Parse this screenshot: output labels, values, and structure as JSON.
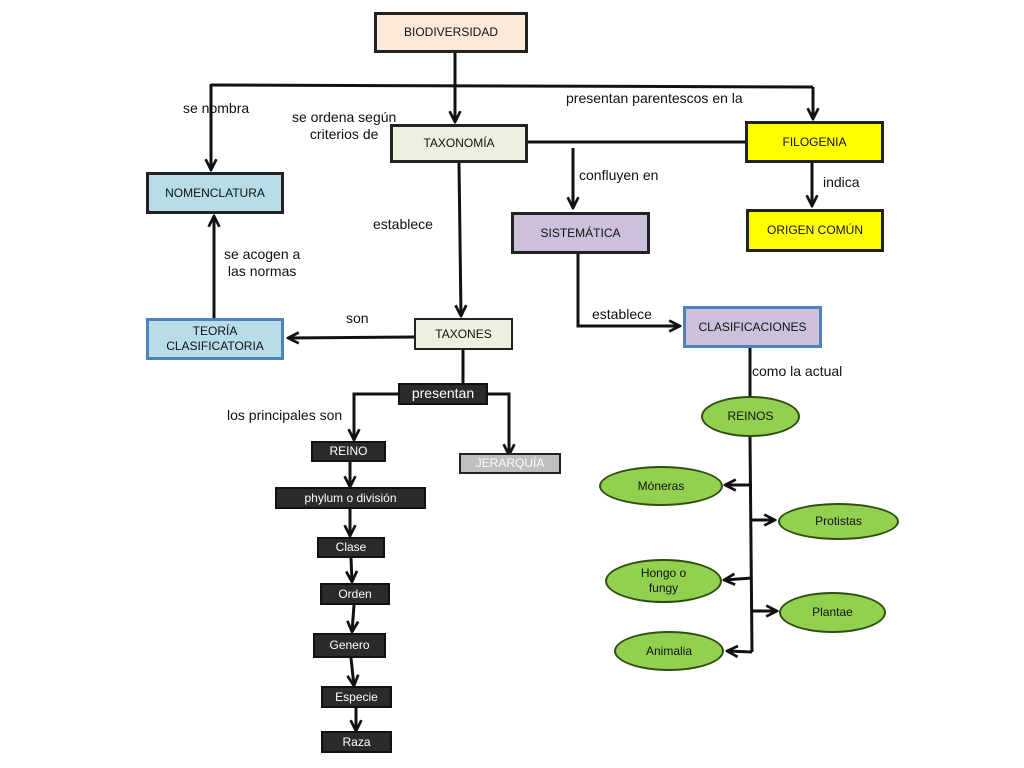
{
  "colors": {
    "biodiversidad": "#fde9d9",
    "taxonomia": "#ebf1de",
    "filogenia": "#ffff00",
    "nomenclatura": "#b7dde8",
    "sistematica": "#ccc0da",
    "teoria_border": "#4f81bd",
    "reinos": "#92d050",
    "dark": "#2b2b2b",
    "gray": "#bfbfbf"
  },
  "nodes": {
    "biodiversidad": "BIODIVERSIDAD",
    "taxonomia": "TAXONOMÍA",
    "filogenia": "FILOGENIA",
    "nomenclatura": "NOMENCLATURA",
    "origen_comun": "ORIGEN COMÚN",
    "sistematica": "SISTEMÁTICA",
    "teoria_line1": "TEORÍA",
    "teoria_line2": "CLASIFICATORIA",
    "taxones": "TAXONES",
    "clasificaciones": "CLASIFICACIONES",
    "presentan": "presentan",
    "reino": "REINO",
    "jerarquia": "JERARQUÍA",
    "phylum": "phylum o división",
    "clase": "Clase",
    "orden": "Orden",
    "genero": "Genero",
    "especie": "Especie",
    "raza": "Raza",
    "reinos": "REINOS",
    "moneras": "Móneras",
    "protistas": "Protistas",
    "hongo_line1": "Hongo o",
    "hongo_line2": "fungy",
    "plantae": "Plantae",
    "animalia": "Animalia"
  },
  "labels": {
    "se_nombra": "se nombra",
    "se_ordena_line1": "se ordena según",
    "se_ordena_line2": "criterios de",
    "parentescos": "presentan parentescos en la",
    "confluyen": "confluyen en",
    "indica": "indica",
    "establece1": "establece",
    "acogen_line1": "se acogen a",
    "acogen_line2": "las normas",
    "son": "son",
    "establece2": "establece",
    "como_actual": "como la actual",
    "principales": "los principales son"
  }
}
